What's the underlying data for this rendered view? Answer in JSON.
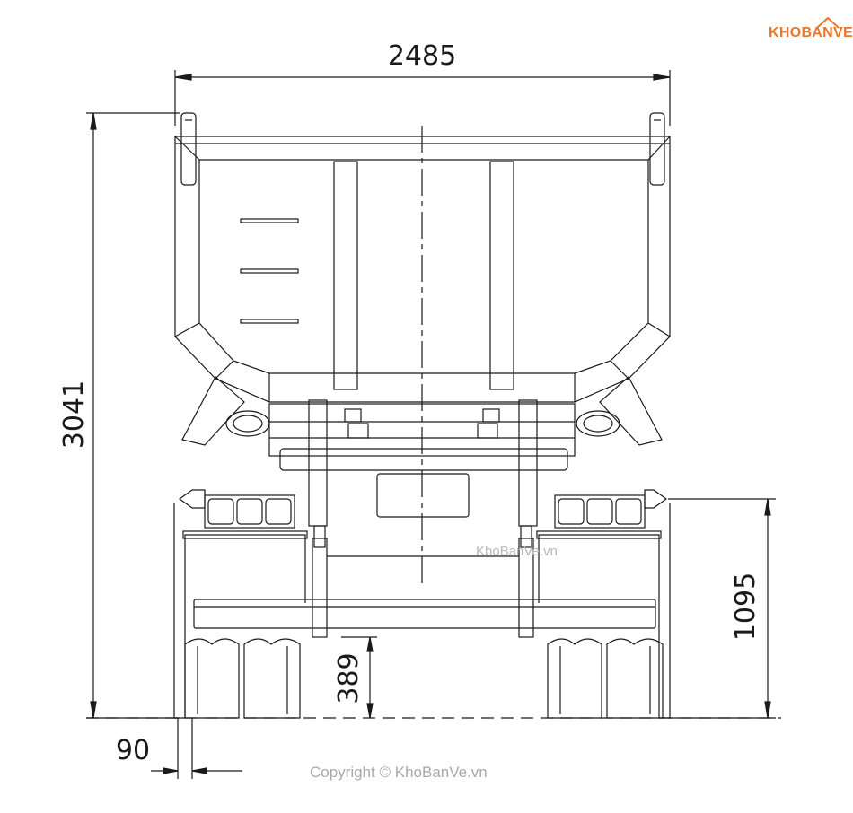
{
  "brand": {
    "logo_text": "KHOBANVE"
  },
  "dimensions": {
    "overall_width": "2485",
    "overall_height": "3041",
    "light_height": "1095",
    "ground_clearance": "389",
    "side_offset": "90"
  },
  "watermark": "KhoBanVe.vn",
  "copyright": "Copyright © KhoBanVe.vn",
  "colors": {
    "line": "#1a1a1a",
    "brand": "#e8762b",
    "watermark": "#b9b9b9"
  }
}
